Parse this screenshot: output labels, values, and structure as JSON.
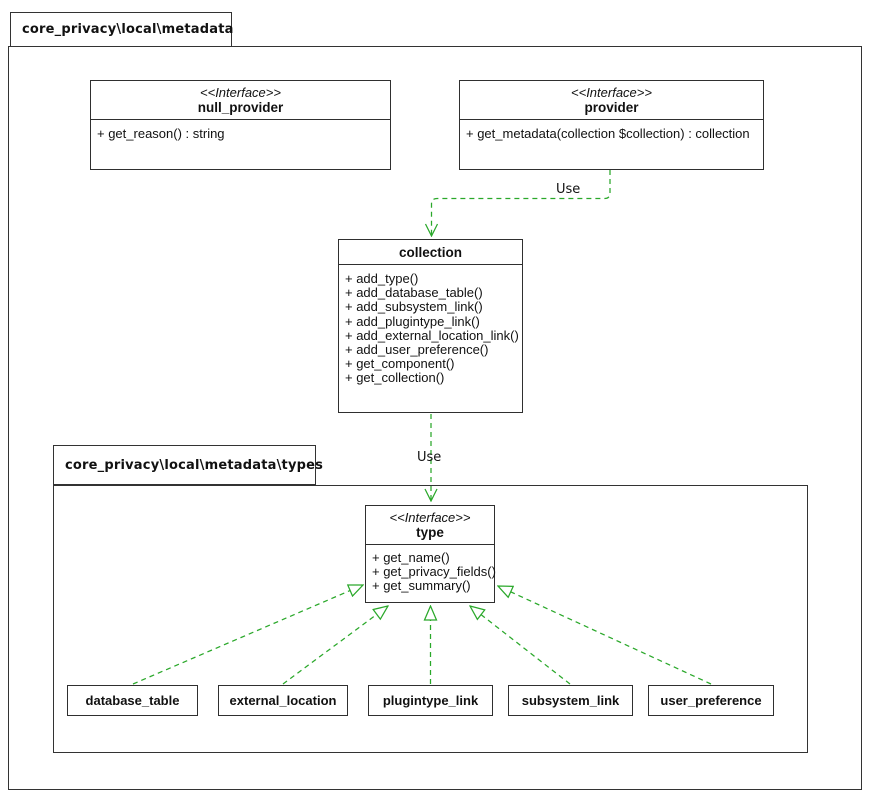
{
  "packages": {
    "metadata": {
      "label": "core_privacy\\local\\metadata"
    },
    "types": {
      "label": "core_privacy\\local\\metadata\\types"
    }
  },
  "classes": {
    "null_provider": {
      "stereotype": "<<Interface>>",
      "name": "null_provider",
      "methods": [
        "+ get_reason() : string"
      ]
    },
    "provider": {
      "stereotype": "<<Interface>>",
      "name": "provider",
      "methods": [
        "+ get_metadata(collection $collection) : collection"
      ]
    },
    "collection": {
      "name": "collection",
      "methods": [
        "+ add_type()",
        "+ add_database_table()",
        "+ add_subsystem_link()",
        "+ add_plugintype_link()",
        "+ add_external_location_link()",
        "+ add_user_preference()",
        "+ get_component()",
        "+ get_collection()"
      ]
    },
    "type": {
      "stereotype": "<<Interface>>",
      "name": "type",
      "methods": [
        "+ get_name()",
        "+ get_privacy_fields()",
        "+ get_summary()"
      ]
    },
    "database_table": {
      "name": "database_table"
    },
    "external_location": {
      "name": "external_location"
    },
    "plugintype_link": {
      "name": "plugintype_link"
    },
    "subsystem_link": {
      "name": "subsystem_link"
    },
    "user_preference": {
      "name": "user_preference"
    }
  },
  "edges": {
    "provider_to_collection_label": "Use",
    "collection_to_type_label": "Use"
  },
  "colors": {
    "arrow_green": "#2aa82a",
    "line_dark": "#333333",
    "background": "#ffffff"
  }
}
